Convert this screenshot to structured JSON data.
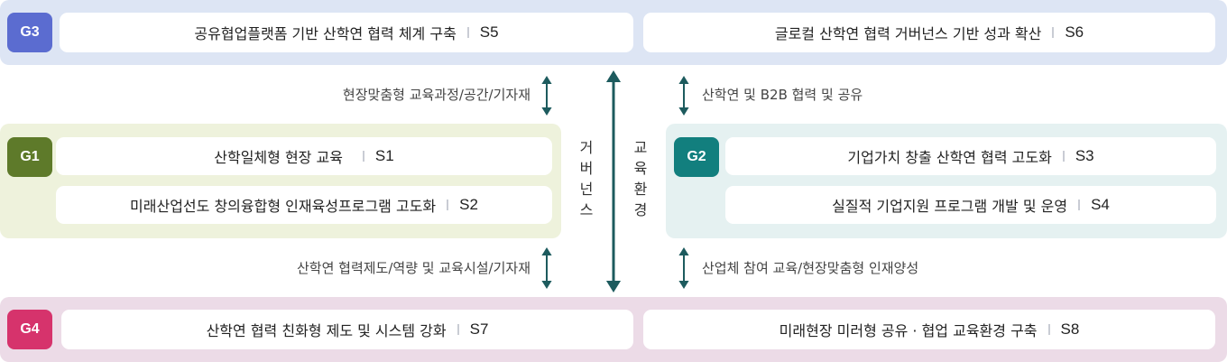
{
  "groups": {
    "g3": {
      "badge": "G3",
      "items": [
        {
          "text": "공유협업플랫폼 기반 산학연 협력 체계 구축",
          "code": "S5"
        },
        {
          "text": "글로컬 산학연 협력 거버넌스 기반 성과 확산",
          "code": "S6"
        }
      ]
    },
    "g1": {
      "badge": "G1",
      "items": [
        {
          "text": "산학일체형 현장 교육",
          "code": "S1"
        },
        {
          "text": "미래산업선도 창의융합형 인재육성프로그램 고도화",
          "code": "S2"
        }
      ]
    },
    "g2": {
      "badge": "G2",
      "items": [
        {
          "text": "기업가치 창출 산학연 협력 고도화",
          "code": "S3"
        },
        {
          "text": "실질적 기업지원 프로그램 개발 및 운영",
          "code": "S4"
        }
      ]
    },
    "g4": {
      "badge": "G4",
      "items": [
        {
          "text": "산학연 협력 친화형 제도 및 시스템 강화",
          "code": "S7"
        },
        {
          "text": "미래현장 미러형 공유 · 협업 교육환경 구축",
          "code": "S8"
        }
      ]
    }
  },
  "connectors": {
    "top_left": "현장맞춤형 교육과정/공간/기자재",
    "top_right": "산학연 및 B2B 협력 및 공유",
    "bottom_left": "산학연 협력제도/역량 및 교육시설/기자재",
    "bottom_right": "산업체 참여 교육/현장맞춤형 인재양성"
  },
  "center": {
    "governance": [
      "거",
      "버",
      "넌",
      "스"
    ],
    "environment": [
      "교",
      "육",
      "환",
      "경"
    ]
  },
  "colors": {
    "arrow": "#1d5b5e",
    "g3_badge": "#5b6cd0",
    "g1_badge": "#5e7a2a",
    "g2_badge": "#127f7e",
    "g4_badge": "#d6336c"
  }
}
